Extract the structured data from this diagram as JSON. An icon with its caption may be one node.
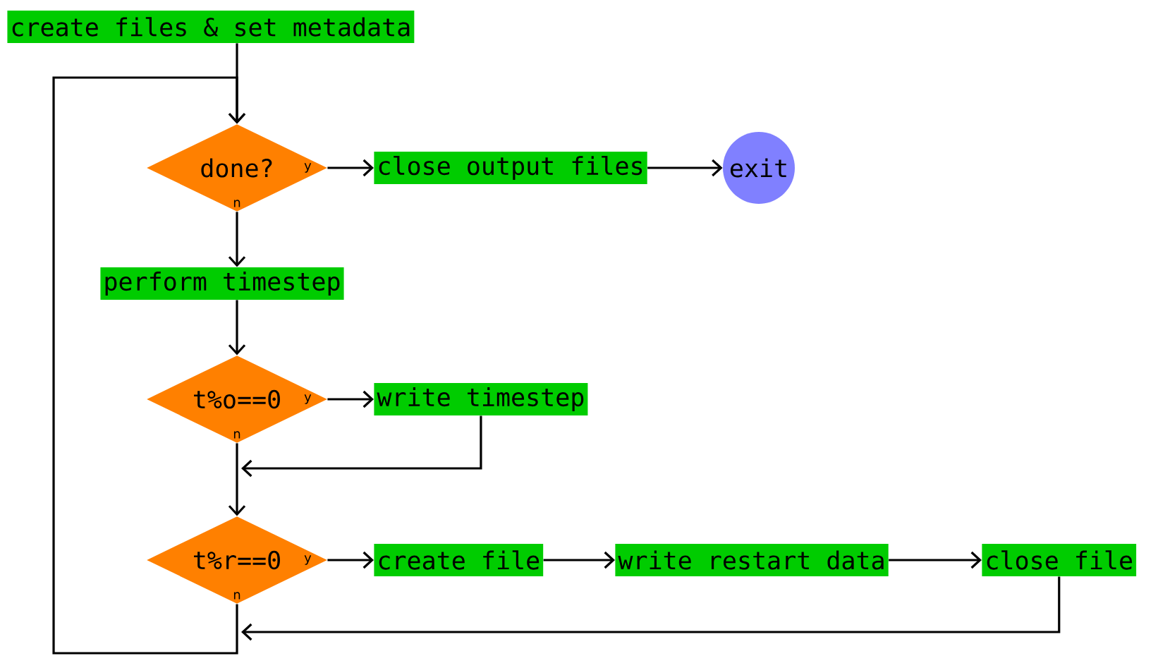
{
  "diagram": {
    "nodes": [
      {
        "text": [
          "create files & set metadata"
        ]
      },
      {
        "text": [
          "done?",
          "y",
          "n"
        ]
      },
      {
        "text": [
          "close output files"
        ]
      },
      {
        "text": [
          "exit"
        ]
      },
      {
        "text": [
          "perform timestep"
        ]
      },
      {
        "text": [
          "t%o==0",
          "y",
          "n"
        ]
      },
      {
        "text": [
          "write timestep"
        ]
      },
      {
        "text": [
          "t%r==0",
          "y",
          "n"
        ]
      },
      {
        "text": [
          "create file"
        ]
      },
      {
        "text": [
          "write restart data"
        ]
      },
      {
        "text": [
          "close file"
        ]
      }
    ],
    "edges": [
      {
        "from": 0,
        "to": 1,
        "arrow": "to"
      },
      {
        "from": 1,
        "to": 2,
        "arrow": "to"
      },
      {
        "from": 2,
        "to": 3,
        "arrow": "to"
      },
      {
        "from": 1,
        "to": 4,
        "arrow": "to"
      },
      {
        "from": 4,
        "to": 5,
        "arrow": "to"
      },
      {
        "from": 5,
        "to": 6,
        "arrow": "to"
      },
      {
        "from": 6,
        "to": null,
        "arrow": "to"
      },
      {
        "from": 5,
        "to": 7,
        "arrow": "to"
      },
      {
        "from": 7,
        "to": 8,
        "arrow": "to"
      },
      {
        "from": 8,
        "to": 9,
        "arrow": "to"
      },
      {
        "from": 9,
        "to": 10,
        "arrow": "to"
      },
      {
        "from": 10,
        "to": null,
        "arrow": "to"
      },
      {
        "from": 7,
        "to": 1,
        "arrow": "to"
      }
    ]
  }
}
